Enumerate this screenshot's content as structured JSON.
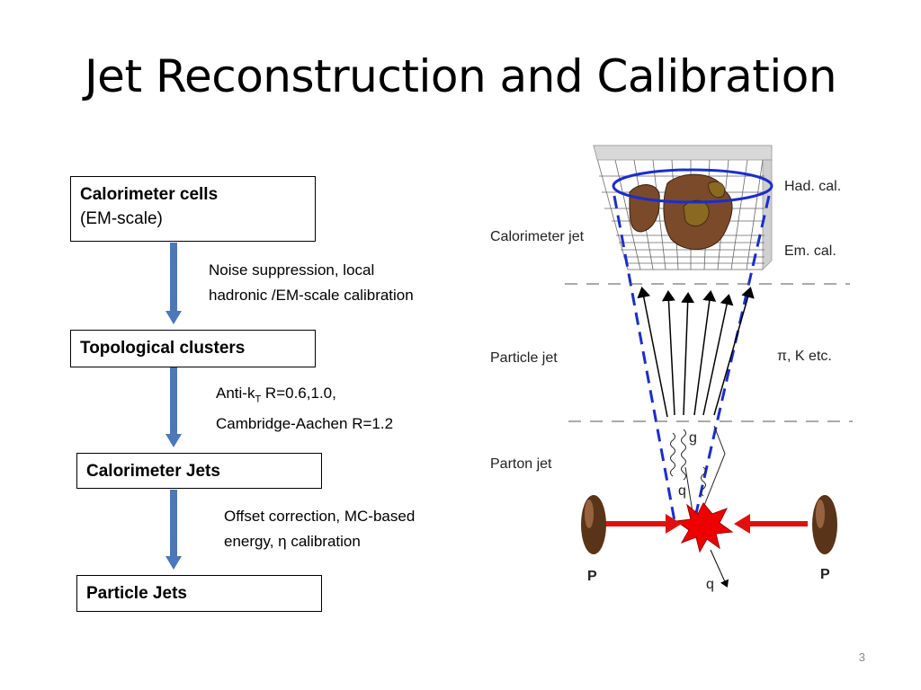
{
  "slide": {
    "title": "Jet Reconstruction and Calibration",
    "page_number": "3"
  },
  "flow": {
    "box1": {
      "line1": "Calorimeter cells",
      "line2": "(EM-scale)"
    },
    "note1": {
      "line1": "Noise suppression, local",
      "line2": "hadronic /EM-scale calibration"
    },
    "box2": {
      "label": "Topological clusters"
    },
    "note2": {
      "prefix": "Anti-k",
      "sub": "T",
      "suffix": " R=0.6,1.0,",
      "line2": "Cambridge-Aachen R=1.2"
    },
    "box3": {
      "label": "Calorimeter Jets"
    },
    "note3": {
      "line1": "Offset correction, MC-based",
      "line2": "energy, η calibration"
    },
    "box4": {
      "label": "Particle Jets"
    },
    "arrow_color": "#4a78b8"
  },
  "figure": {
    "labels": {
      "had_cal": "Had. cal.",
      "em_cal": "Em. cal.",
      "calorimeter_jet": "Calorimeter jet",
      "particle_jet": "Particle jet",
      "pi_k": "π,  K etc.",
      "parton_jet": "Parton jet",
      "g": "g",
      "q_upper": "q",
      "q_lower": "q",
      "p_left": "P",
      "p_right": "P"
    },
    "colors": {
      "cone": "#1a2ecc",
      "collision": "#ee0000",
      "beam_arrow": "#e01010",
      "blob": "#7a4a2a",
      "proton": "#5a3418"
    }
  }
}
